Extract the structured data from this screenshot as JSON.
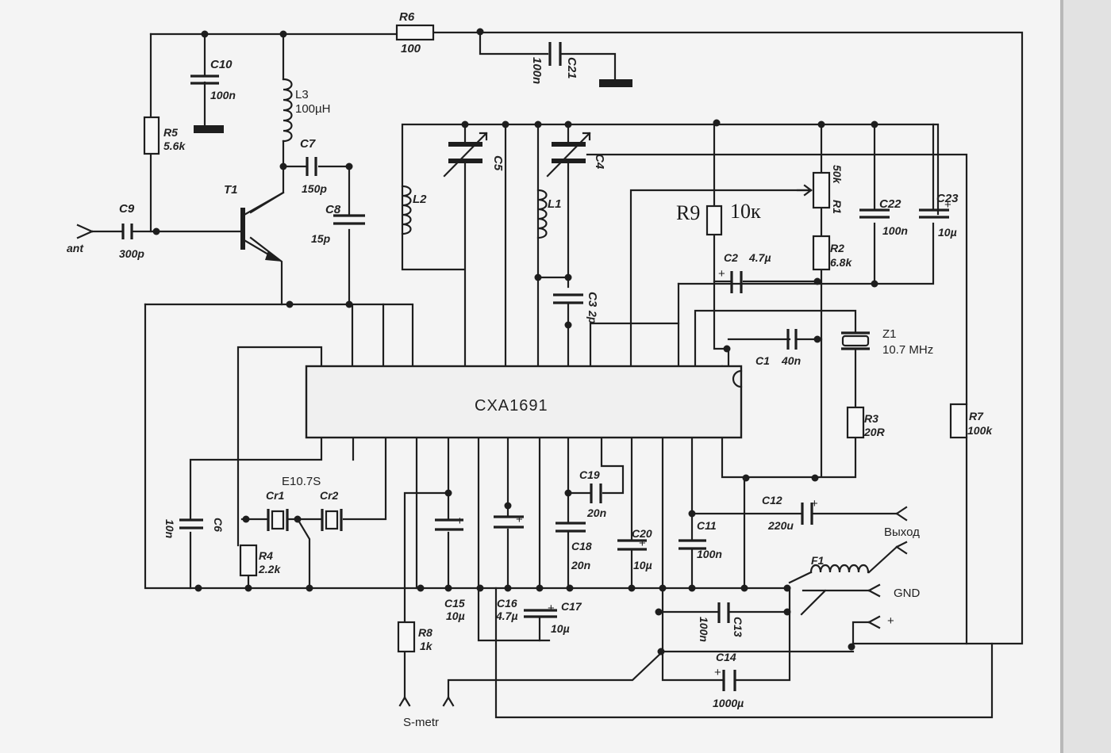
{
  "ic": "CXA1691",
  "transistor": "T1",
  "labels": {
    "r6": "R6",
    "r6v": "100",
    "c21": "C21",
    "c21v": "100n",
    "c10": "C10",
    "c10v": "100n",
    "l3": "L3",
    "l3v": "100µH",
    "r5": "R5",
    "r5v": "5.6k",
    "c7": "C7",
    "c7v": "150p",
    "c8": "C8",
    "c8v": "15p",
    "c9": "C9",
    "c9v": "300p",
    "l2": "L2",
    "l1": "L1",
    "c5": "C5",
    "c4": "C4",
    "c3": "C3",
    "c3v": "2p",
    "r9": "R9",
    "r9v": "10к",
    "r1": "R1",
    "r1v": "50k",
    "r2": "R2",
    "r2v": "6.8k",
    "c22": "C22",
    "c22v": "100n",
    "c23": "C23",
    "c23v": "10µ",
    "c2": "C2",
    "c2v": "4.7µ",
    "c1": "C1",
    "c1v": "40n",
    "z1": "Z1",
    "z1v": "10.7 MHz",
    "r3": "R3",
    "r3v": "20R",
    "r7": "R7",
    "r7v": "100k",
    "e107": "E10.7S",
    "cr1": "Cr1",
    "cr2": "Cr2",
    "c6": "C6",
    "c6v": "10n",
    "r4": "R4",
    "r4v": "2.2k",
    "c19": "C19",
    "c19v": "20n",
    "c18": "C18",
    "c18v": "20n",
    "c20": "C20",
    "c20v": "10µ",
    "c11": "C11",
    "c11v": "100n",
    "c12": "C12",
    "c12v": "220u",
    "c15": "C15",
    "c15v": "10µ",
    "c16": "C16",
    "c16v": "4.7µ",
    "c17": "C17",
    "c17v": "10µ",
    "c13": "C13",
    "c13v": "100n",
    "c14": "C14",
    "c14v": "1000µ",
    "r8": "R8",
    "r8v": "1k",
    "f1": "F1"
  },
  "terminals": {
    "ant": "ant",
    "out": "Выход",
    "gnd": "GND",
    "plus": "+",
    "smetr": "S-metr"
  }
}
